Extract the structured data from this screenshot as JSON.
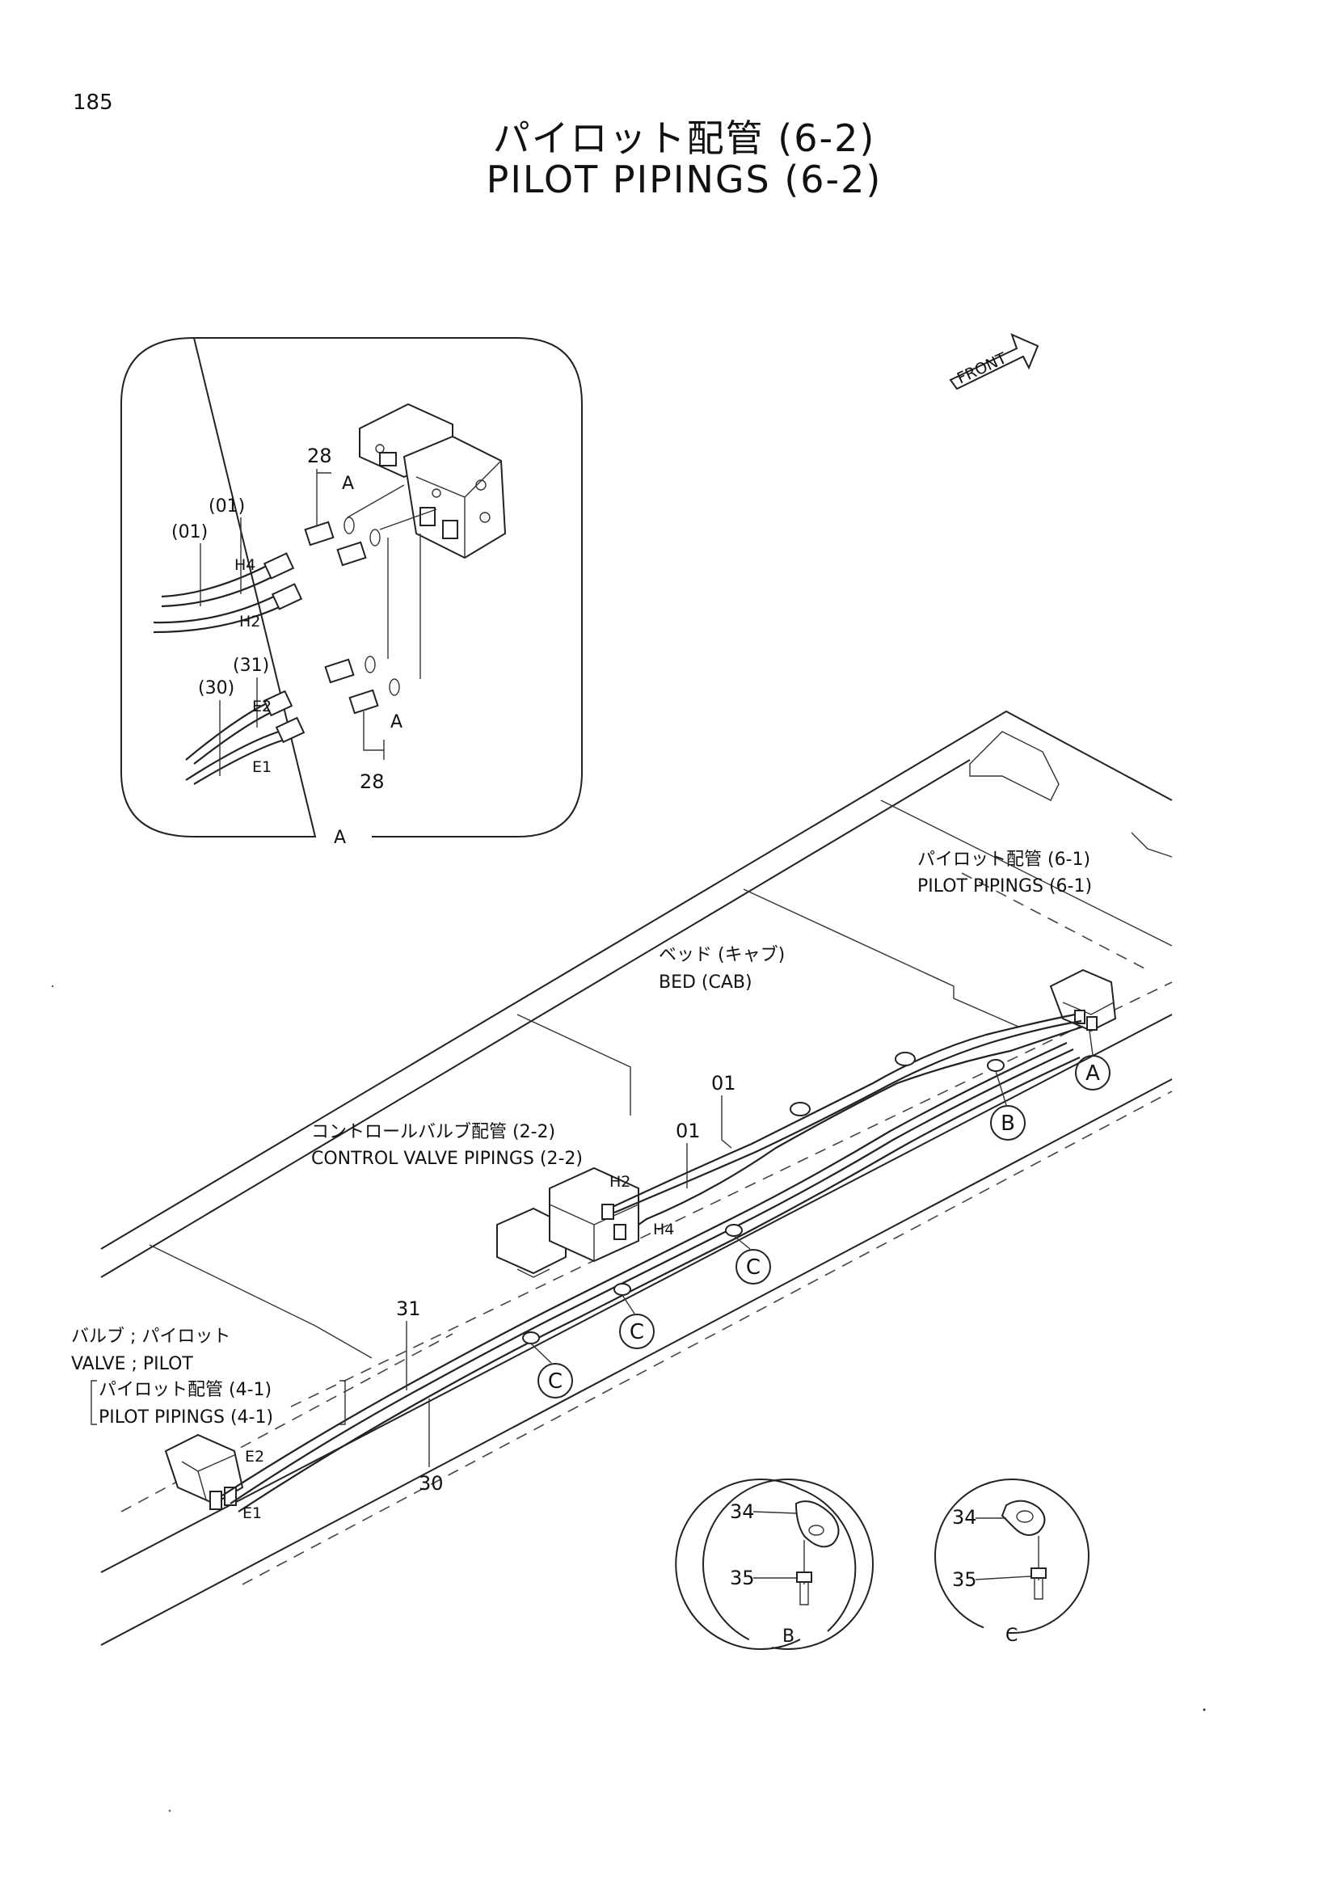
{
  "page": {
    "number": "185"
  },
  "title": {
    "jp": "パイロット配管 (6-2)",
    "en": "PILOT PIPINGS (6-2)"
  },
  "front_arrow": {
    "label": "FRONT"
  },
  "detail_a": {
    "frame_label": "A",
    "labels": {
      "n28_top": "28",
      "n28_bottom": "28",
      "a_top": "A",
      "a_bottom": "A",
      "p01_upper": "(01)",
      "p01_lower": "(01)",
      "p31": "(31)",
      "p30": "(30)",
      "h4": "H4",
      "h2": "H2",
      "e2": "E2",
      "e1": "E1"
    }
  },
  "main": {
    "ref_pilot_6_1": {
      "jp": "パイロット配管 (6-1)",
      "en": "PILOT PIPINGS (6-1)"
    },
    "bed_cab": {
      "jp": "ベッド (キャブ)",
      "en": "BED (CAB)"
    },
    "control_valve": {
      "jp": "コントロールバルブ配管 (2-2)",
      "en": "CONTROL VALVE PIPINGS (2-2)"
    },
    "valve_pilot": {
      "jp": "バルブ ; パイロット",
      "en": "VALVE ; PILOT"
    },
    "ref_pilot_4_1": {
      "jp": "パイロット配管 (4-1)",
      "en": "PILOT PIPINGS (4-1)"
    },
    "part_labels": {
      "n01_a": "01",
      "n01_b": "01",
      "h2": "H2",
      "h4": "H4",
      "n31": "31",
      "n30": "30",
      "e2": "E2",
      "e1": "E1"
    },
    "callouts": {
      "a": "A",
      "b": "B",
      "c1": "C",
      "c2": "C",
      "c3": "C"
    }
  },
  "detail_b": {
    "frame_label": "B",
    "n34": "34",
    "n35": "35"
  },
  "detail_c": {
    "frame_label": "C",
    "n34": "34",
    "n35": "35"
  }
}
